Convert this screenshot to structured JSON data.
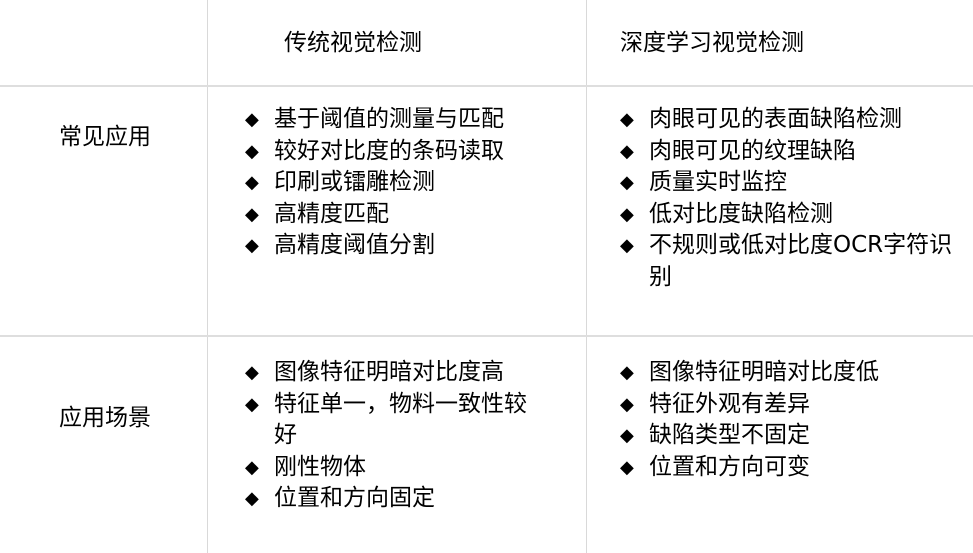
{
  "table": {
    "columns": [
      "",
      "传统视觉检测",
      "深度学习视觉检测"
    ],
    "rows": [
      {
        "label": "常见应用",
        "traditional": [
          "基于阈值的测量与匹配",
          "较好对比度的条码读取",
          "印刷或镭雕检测",
          "高精度匹配",
          "高精度阈值分割"
        ],
        "deep_learning": [
          "肉眼可见的表面缺陷检测",
          "肉眼可见的纹理缺陷",
          "质量实时监控",
          "低对比度缺陷检测",
          "不规则或低对比度OCR字符识别"
        ]
      },
      {
        "label": "应用场景",
        "traditional": [
          "图像特征明暗对比度高",
          "特征单一，物料一致性较好",
          "刚性物体",
          "位置和方向固定"
        ],
        "deep_learning": [
          "图像特征明暗对比度低",
          "特征外观有差异",
          "缺陷类型不固定",
          "位置和方向可变"
        ]
      }
    ]
  },
  "bullet_icon": "◆",
  "colors": {
    "grid": "#d9d9d9",
    "text": "#000000",
    "background": "#ffffff"
  }
}
